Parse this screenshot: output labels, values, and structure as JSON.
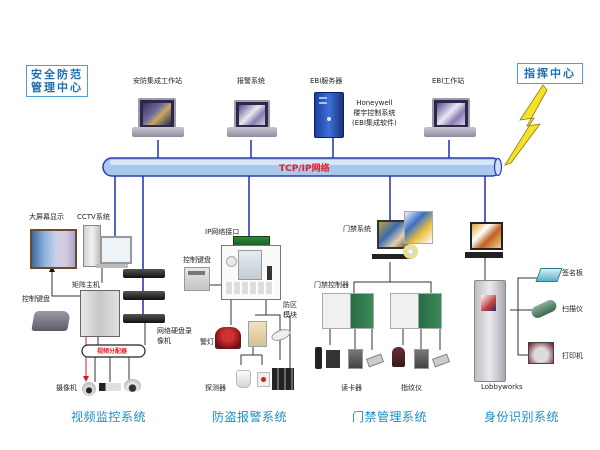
{
  "header_boxes": {
    "security_center": [
      "安全防范",
      "管理中心"
    ],
    "command_center": "指挥中心"
  },
  "network": {
    "label": "TCP/IP网络",
    "label_color": "#e0202a",
    "pipe_color": "#a9c9ec"
  },
  "top_nodes": [
    {
      "id": "security-workstation",
      "label": "安防集成工作站",
      "icon": "laptop-icon"
    },
    {
      "id": "alarm-system",
      "label": "报警系统",
      "icon": "laptop-icon"
    },
    {
      "id": "ebi-server",
      "label": "EBI服务器",
      "icon": "server-tower-icon"
    },
    {
      "id": "ebi-workstation",
      "label": "EBI工作站",
      "icon": "laptop-icon"
    }
  ],
  "honeywell_note": [
    "Honeywell",
    "楼宇控制系统",
    "(EBI集成软件)"
  ],
  "cctv": {
    "big_screen": "大屏幕显示",
    "cctv_system": "CCTV系统",
    "matrix_host": "矩阵主机",
    "control_keyboard": "控制键盘",
    "nvr": [
      "网络硬盘录",
      "像机"
    ],
    "video_splitter": "视频分配器",
    "camera": "摄像机",
    "title": "视频监控系统"
  },
  "alarm": {
    "ip_interface": "IP网络接口",
    "control_keyboard": "控制键盘",
    "zone_module": [
      "防区",
      "模块"
    ],
    "warning_light": "警灯",
    "detector": "探测器",
    "title": "防盗报警系统"
  },
  "access": {
    "access_system": "门禁系统",
    "controller": "门禁控制器",
    "card_reader": "读卡器",
    "fingerprint": "指纹仪",
    "title": "门禁管理系统"
  },
  "identity": {
    "signature_pad": "签名板",
    "scanner": "扫描仪",
    "printer": "打印机",
    "kiosk": "Lobbyworks",
    "title": "身份识别系统"
  },
  "colors": {
    "title_blue": "#1a8fc4",
    "link_blue": "#1f2fb8",
    "box_border": "#4aa0d8",
    "lightning": "#f3e322"
  }
}
